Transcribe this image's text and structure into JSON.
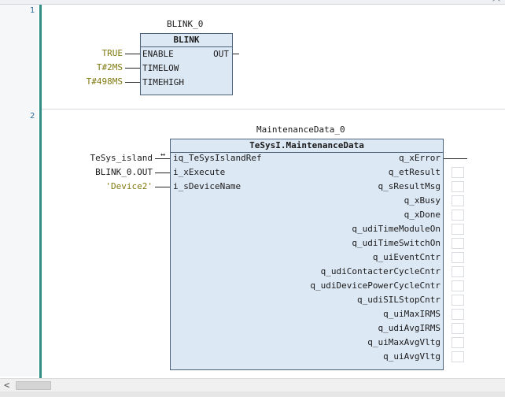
{
  "editor": {
    "collapse_glyph": "︿"
  },
  "networks": [
    {
      "number": "1"
    },
    {
      "number": "2"
    }
  ],
  "blink": {
    "instance": "BLINK_0",
    "type": "BLINK",
    "inputs": [
      {
        "pin": "ENABLE",
        "arg": "TRUE"
      },
      {
        "pin": "TIMELOW",
        "arg": "T#2MS"
      },
      {
        "pin": "TIMEHIGH",
        "arg": "T#498MS"
      }
    ],
    "outputs": [
      {
        "pin": "OUT"
      }
    ]
  },
  "maint": {
    "instance": "MaintenanceData_0",
    "type": "TeSysI.MaintenanceData",
    "inputs": [
      {
        "pin": "iq_TeSysIslandRef",
        "arg": "TeSys_island",
        "connector": "↔"
      },
      {
        "pin": "i_xExecute",
        "arg": "BLINK_0.OUT"
      },
      {
        "pin": "i_sDeviceName",
        "arg": "'Device2'"
      }
    ],
    "outputs": [
      "q_xError",
      "q_etResult",
      "q_sResultMsg",
      "q_xBusy",
      "q_xDone",
      "q_udiTimeModuleOn",
      "q_udiTimeSwitchOn",
      "q_uiEventCntr",
      "q_udiContacterCycleCntr",
      "q_udiDevicePowerCycleCntr",
      "q_udiSILStopCntr",
      "q_uiMaxIRMS",
      "q_udiAvgIRMS",
      "q_uiMaxAvgVltg",
      "q_uiAvgVltg"
    ]
  },
  "scrollbar": {
    "left_arrow": "<"
  }
}
